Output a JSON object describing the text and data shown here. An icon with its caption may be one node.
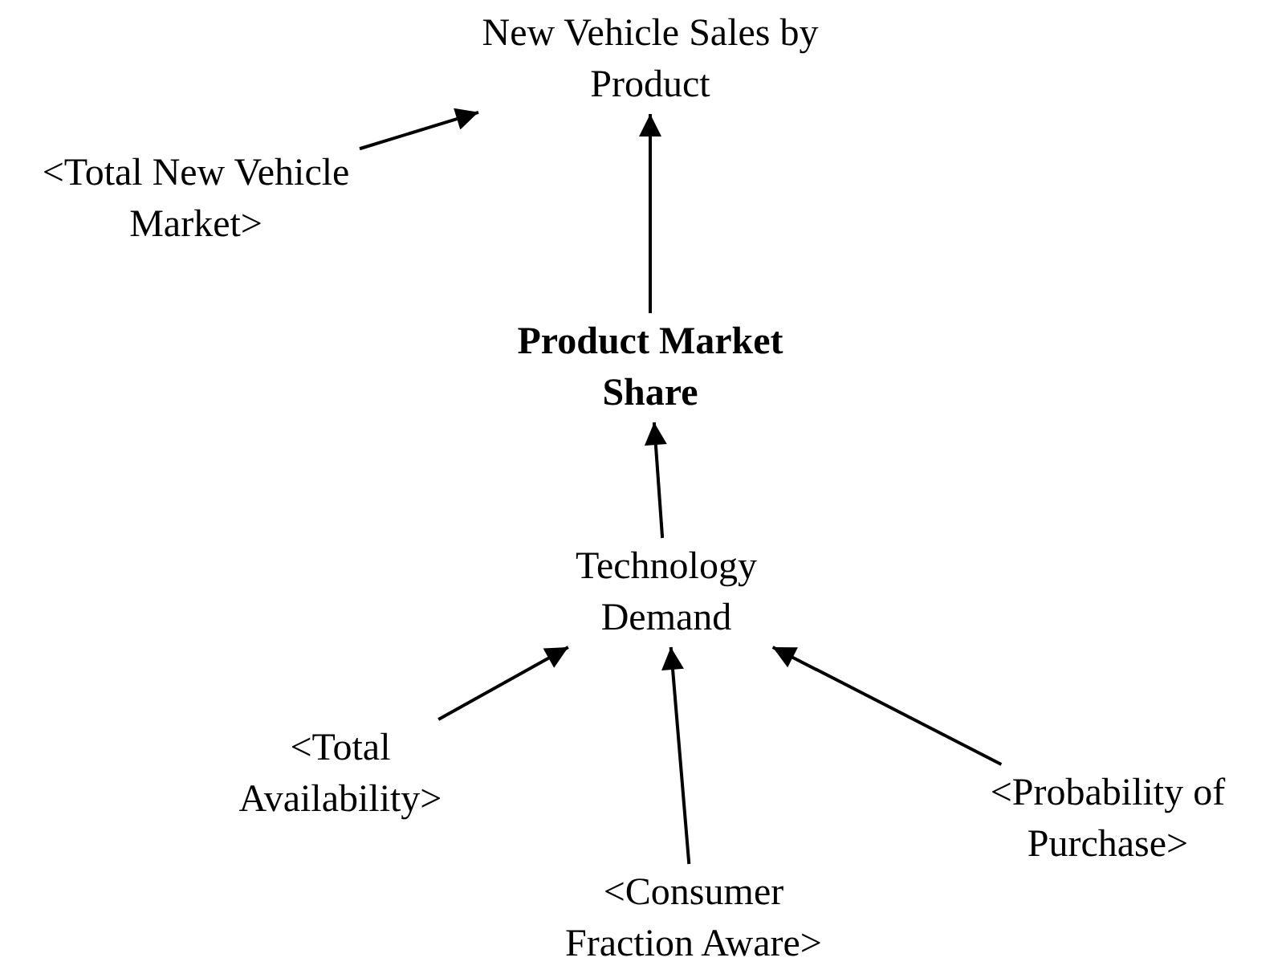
{
  "diagram": {
    "nodes": [
      {
        "text": [
          "New Vehicle Sales by Product"
        ]
      },
      {
        "text": [
          "<Total New Vehicle Market>"
        ]
      },
      {
        "text": [
          "Product Market Share"
        ]
      },
      {
        "text": [
          "Technology Demand"
        ]
      },
      {
        "text": [
          "<Total Availability>"
        ]
      },
      {
        "text": [
          "<Consumer Fraction Aware>"
        ]
      },
      {
        "text": [
          "<Probability of Purchase>"
        ]
      }
    ],
    "edges": [
      {
        "from": 1,
        "to": 0,
        "arrow": "to"
      },
      {
        "from": 2,
        "to": 0,
        "arrow": "to"
      },
      {
        "from": 3,
        "to": 2,
        "arrow": "to"
      },
      {
        "from": 4,
        "to": 3,
        "arrow": "to"
      },
      {
        "from": 5,
        "to": 3,
        "arrow": "to"
      },
      {
        "from": 6,
        "to": 3,
        "arrow": "to"
      }
    ]
  }
}
